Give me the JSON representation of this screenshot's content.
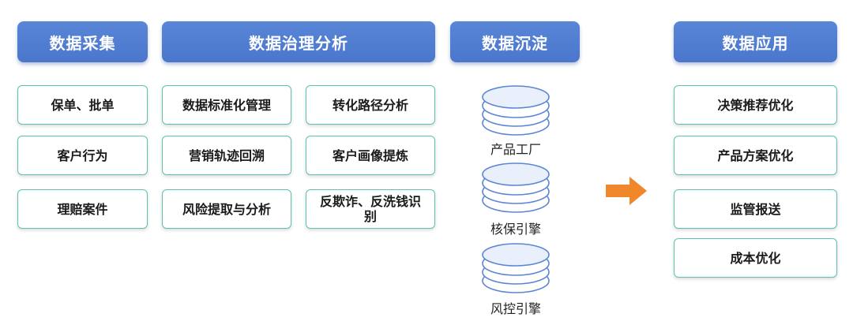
{
  "columns": {
    "collection": {
      "header": "数据采集",
      "items": [
        "保单、批单",
        "客户行为",
        "理赔案件"
      ]
    },
    "governance": {
      "header": "数据治理分析",
      "left_items": [
        "数据标准化管理",
        "营销轨迹回溯",
        "风险提取与分析"
      ],
      "right_items": [
        "转化路径分析",
        "客户画像提炼",
        "反欺诈、反洗钱识别"
      ]
    },
    "deposition": {
      "header": "数据沉淀",
      "stores": [
        "产品工厂",
        "核保引擎",
        "风控引擎"
      ]
    },
    "application": {
      "header": "数据应用",
      "items": [
        "决策推荐优化",
        "产品方案优化",
        "监管报送",
        "成本优化"
      ]
    }
  },
  "colors": {
    "header_blue": "#4a76cc",
    "box_border_teal": "#5cc3b3",
    "db_stroke": "#5b86d6",
    "arrow_orange": "#f0872a"
  },
  "icons": {
    "database": "database-icon",
    "arrow": "arrow-right-icon"
  }
}
